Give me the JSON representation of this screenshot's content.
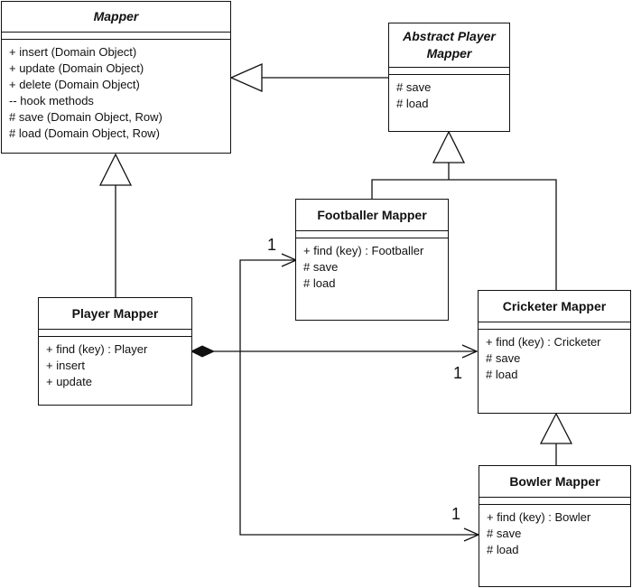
{
  "classes": {
    "mapper": {
      "name": "Mapper",
      "operations": [
        "+ insert (Domain Object)",
        "+ update (Domain Object)",
        "+ delete (Domain Object)",
        "-- hook methods",
        "# save (Domain Object, Row)",
        "# load (Domain Object, Row)"
      ]
    },
    "abstract_player_mapper": {
      "name": "Abstract Player Mapper",
      "operations": [
        "# save",
        "# load"
      ]
    },
    "footballer_mapper": {
      "name": "Footballer Mapper",
      "operations": [
        "+ find (key) : Footballer",
        "# save",
        "# load"
      ]
    },
    "player_mapper": {
      "name": "Player Mapper",
      "operations": [
        "+ find (key) : Player",
        "+ insert",
        "+ update"
      ]
    },
    "cricketer_mapper": {
      "name": "Cricketer Mapper",
      "operations": [
        "+ find (key) : Cricketer",
        "# save",
        "# load"
      ]
    },
    "bowler_mapper": {
      "name": "Bowler Mapper",
      "operations": [
        "+ find (key) : Bowler",
        "# save",
        "# load"
      ]
    }
  },
  "multiplicities": {
    "footballer": "1",
    "cricketer": "1",
    "bowler": "1"
  }
}
